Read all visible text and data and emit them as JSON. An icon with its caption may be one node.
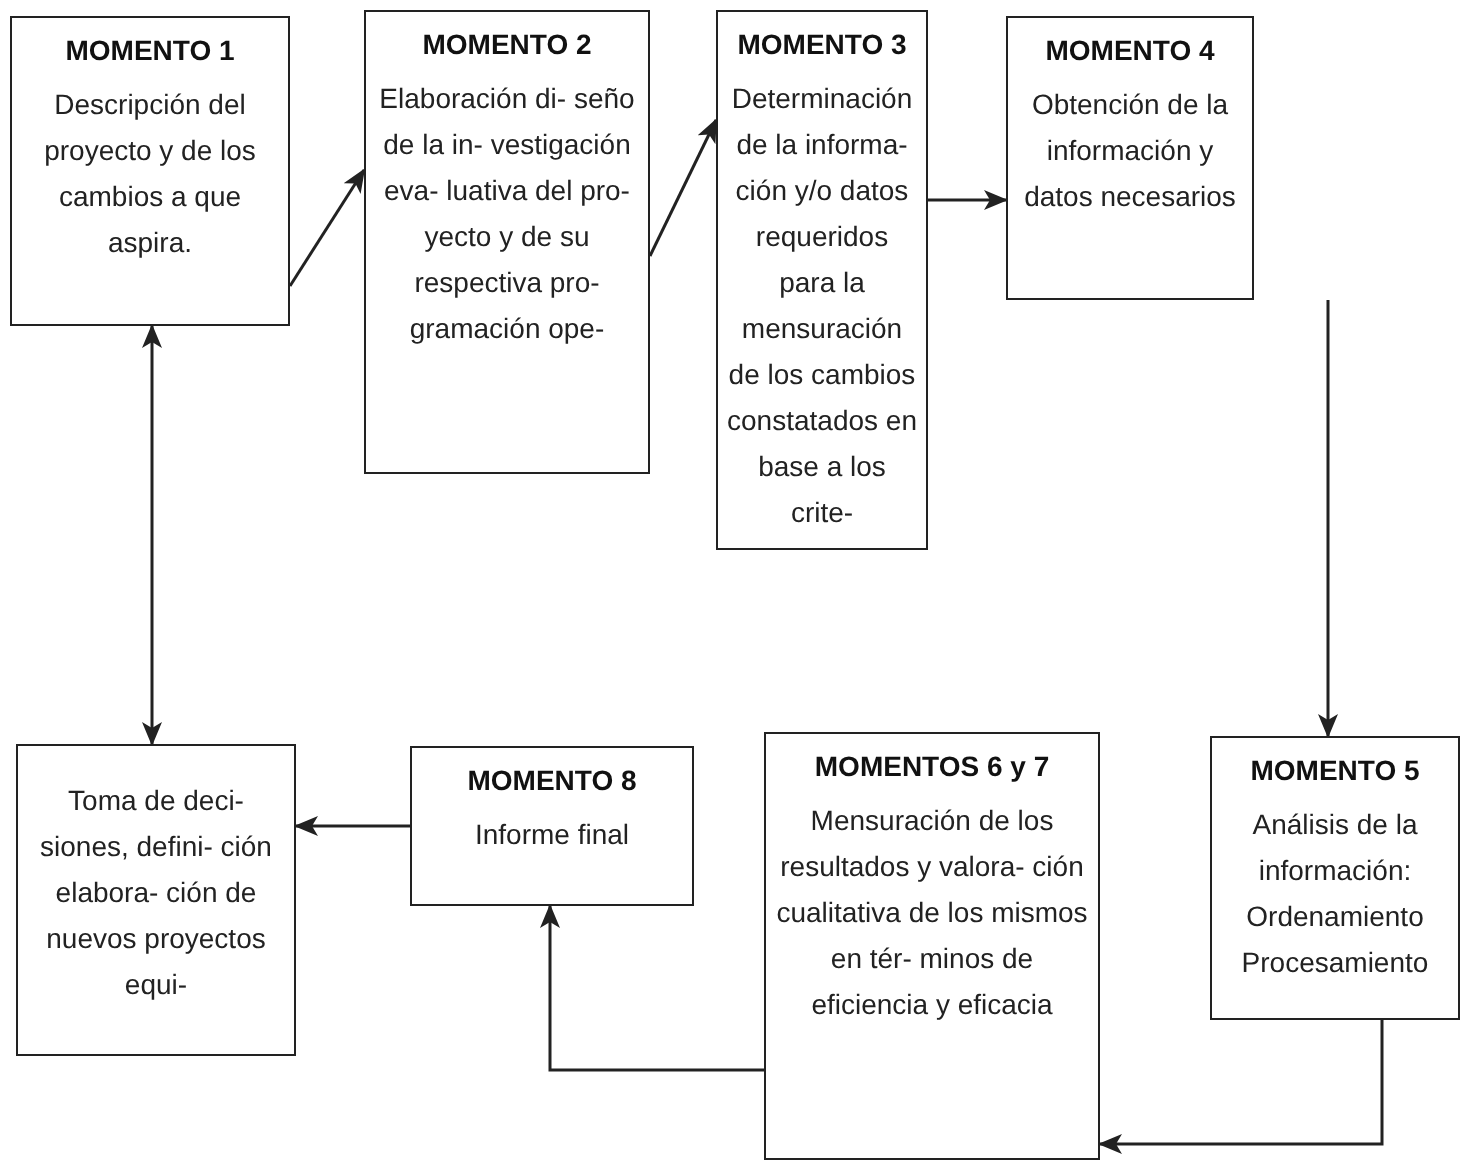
{
  "diagram": {
    "nodes": [
      {
        "text": [
          "MOMENTO 1",
          "Descripción del proyecto y de los cambios a que aspira."
        ]
      },
      {
        "text": [
          "MOMENTO 2",
          "Elaboración di- seño de la in- vestigación eva- luativa del pro- yecto y de su respectiva pro- gramación ope-"
        ]
      },
      {
        "text": [
          "MOMENTO 3",
          "Determinación de la informa- ción y/o datos requeridos para la mensuración de los cambios constatados en base a los crite-"
        ]
      },
      {
        "text": [
          "MOMENTO 4",
          "Obtención de la información y datos necesarios"
        ]
      },
      {
        "text": [
          "Toma de deci- siones, defini- ción elabora- ción de nuevos proyectos equi-"
        ]
      },
      {
        "text": [
          "MOMENTO 8",
          "Informe final"
        ]
      },
      {
        "text": [
          "MOMENTOS 6 y 7",
          "Mensuración de los resultados y valora- ción cualitativa de los mismos en tér- minos de eficiencia y eficacia"
        ]
      },
      {
        "text": [
          "MOMENTO 5",
          "Análisis de la información: Ordenamiento Procesamiento"
        ]
      }
    ],
    "edges": [
      {
        "from": 0,
        "to": 1,
        "arrow": "to"
      },
      {
        "from": 1,
        "to": 2,
        "arrow": "to"
      },
      {
        "from": 2,
        "to": 3,
        "arrow": "to"
      },
      {
        "from": 3,
        "to": 7,
        "arrow": "to"
      },
      {
        "from": 7,
        "to": 6,
        "arrow": "to"
      },
      {
        "from": 6,
        "to": 5,
        "arrow": "to"
      },
      {
        "from": 5,
        "to": 4,
        "arrow": "to"
      },
      {
        "from": 0,
        "to": 4,
        "arrow": "both"
      }
    ]
  }
}
